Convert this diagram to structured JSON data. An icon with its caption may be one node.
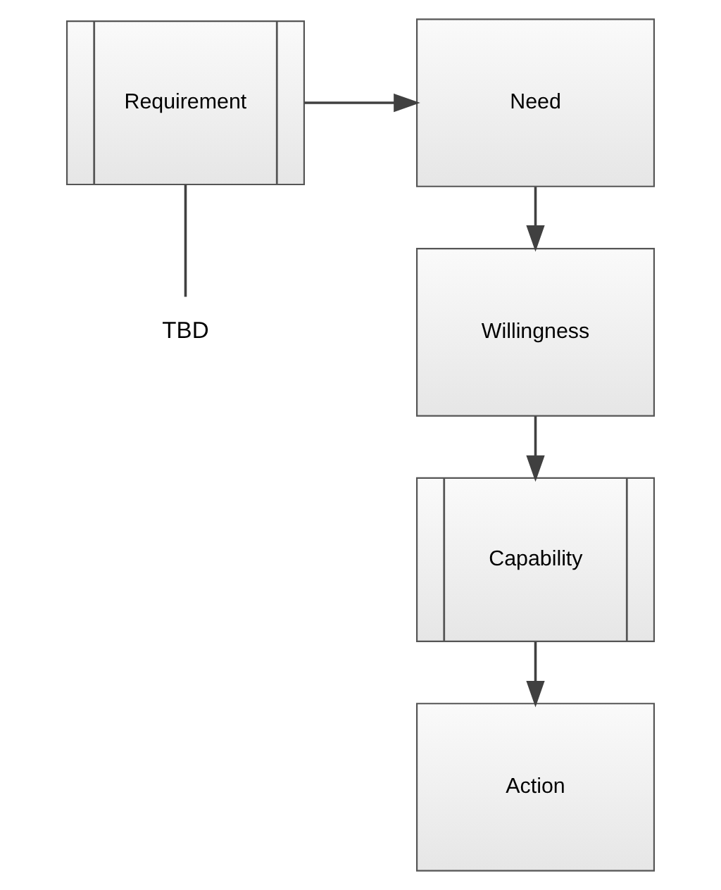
{
  "diagram": {
    "nodes": [
      {
        "text": [
          "Requirement"
        ]
      },
      {
        "text": [
          "Need"
        ]
      },
      {
        "text": [
          "Willingness"
        ]
      },
      {
        "text": [
          "Capability"
        ]
      },
      {
        "text": [
          "Action"
        ]
      },
      {
        "text": [
          "TBD"
        ]
      }
    ],
    "edges": [
      {
        "from": 0,
        "to": 1,
        "arrow": "to"
      },
      {
        "from": 1,
        "to": 2,
        "arrow": "to"
      },
      {
        "from": 2,
        "to": 3,
        "arrow": "to"
      },
      {
        "from": 3,
        "to": 4,
        "arrow": "to"
      },
      {
        "from": 5,
        "to": 0,
        "arrow": "none"
      }
    ]
  }
}
